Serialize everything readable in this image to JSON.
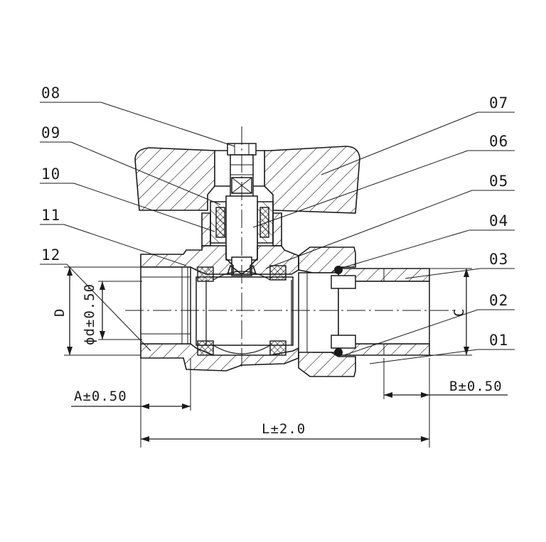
{
  "part_labels": [
    "08",
    "09",
    "10",
    "11",
    "12",
    "07",
    "06",
    "05",
    "04",
    "03",
    "02",
    "01"
  ],
  "dimensions": {
    "d_label": "D",
    "phi_d_label": "ϕd±0.50",
    "c_label": "C",
    "a_label": "A±0.50",
    "b_label": "B±0.50",
    "l_label": "L±2.0"
  }
}
